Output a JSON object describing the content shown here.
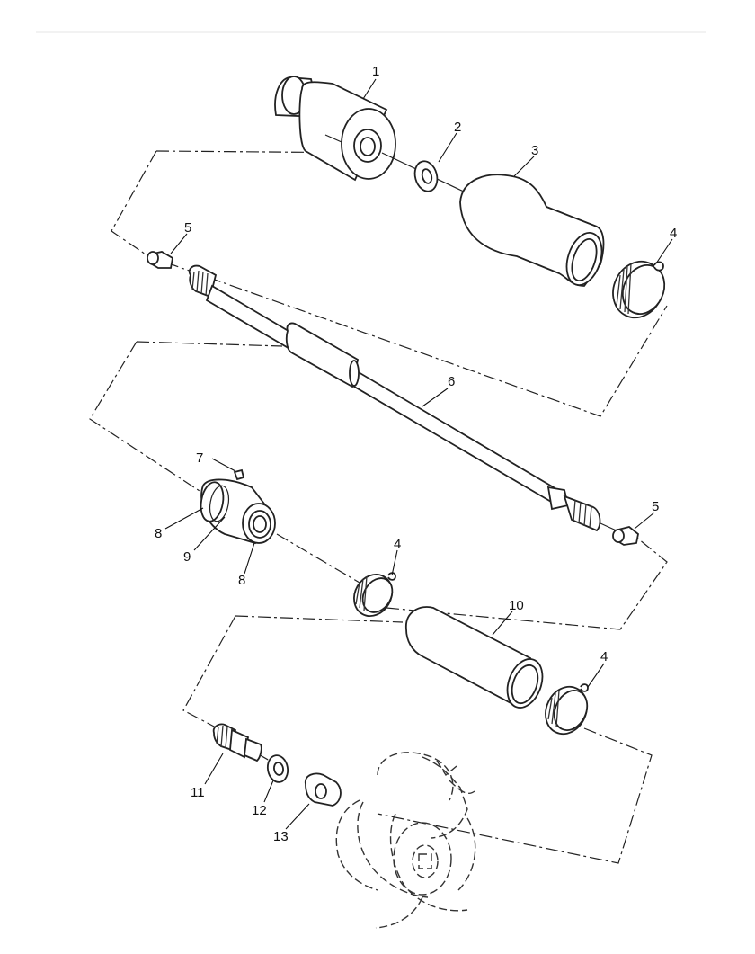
{
  "diagram": {
    "callouts": [
      {
        "id": "c1",
        "text": "1"
      },
      {
        "id": "c2",
        "text": "2"
      },
      {
        "id": "c3",
        "text": "3"
      },
      {
        "id": "c4a",
        "text": "4"
      },
      {
        "id": "c4b",
        "text": "4"
      },
      {
        "id": "c4c",
        "text": "4"
      },
      {
        "id": "c5a",
        "text": "5"
      },
      {
        "id": "c5b",
        "text": "5"
      },
      {
        "id": "c6",
        "text": "6"
      },
      {
        "id": "c7",
        "text": "7"
      },
      {
        "id": "c8a",
        "text": "8"
      },
      {
        "id": "c8b",
        "text": "8"
      },
      {
        "id": "c9",
        "text": "9"
      },
      {
        "id": "c10",
        "text": "10"
      },
      {
        "id": "c11",
        "text": "11"
      },
      {
        "id": "c12",
        "text": "12"
      },
      {
        "id": "c13",
        "text": "13"
      }
    ]
  }
}
